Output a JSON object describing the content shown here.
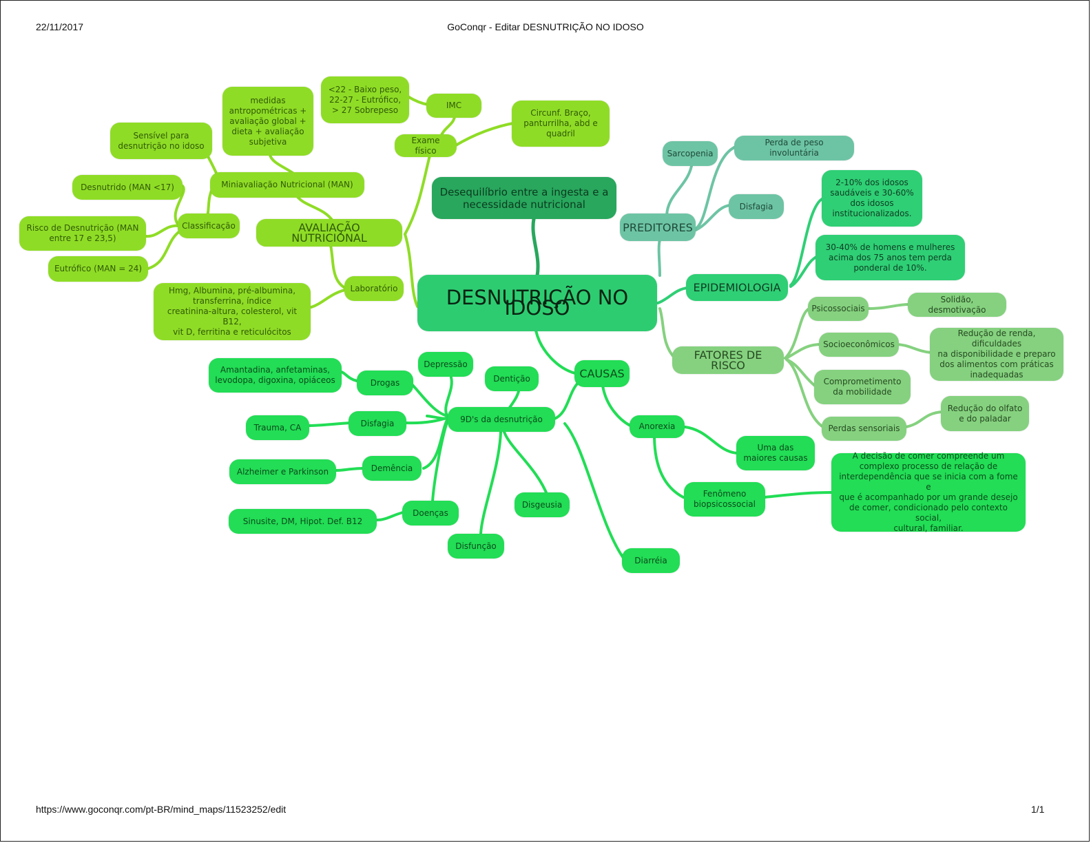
{
  "print_header": {
    "date": "22/11/2017",
    "title": "GoConqr - Editar DESNUTRIÇÃO NO IDOSO"
  },
  "print_footer": {
    "url": "https://www.goconqr.com/pt-BR/mind_maps/11523252/edit",
    "page": "1/1"
  },
  "colors": {
    "avaliacao_branch": "#8fdc26",
    "causas_branch": "#22dd55",
    "central": "#2ecc71",
    "definition": "#28a75d",
    "preditores_branch": "#6dc4a4",
    "epidemiologia_branch": "#2fcf75",
    "fatores_branch": "#85d17f"
  },
  "mindmap": {
    "central": "DESNUTRIÇÃO NO IDOSO",
    "definition": "Desequilíbrio entre a ingesta e a\nnecessidade nutricional",
    "avaliacao": {
      "label": "AVALIAÇÃO NUTRICIONAL",
      "exame_fisico": "Exame físico",
      "imc": "IMC",
      "imc_values": "<22 - Baixo peso,\n22-27 - Eutrófico,\n> 27 Sobrepeso",
      "circunf": "Circunf. Braço,\npanturrilha, abd e\nquadril",
      "man": "Miniavaliação Nutricional (MAN)",
      "man_desc": "medidas\nantropométricas +\navaliação global +\ndieta + avaliação\nsubjetiva",
      "sensivel": "Sensível para\ndesnutrição no idoso",
      "classificacao": "Classificação",
      "desnutrido": "Desnutrido (MAN <17)",
      "risco": "Risco de Desnutrição (MAN\nentre 17 e 23,5)",
      "eutrofico": "Eutrófico (MAN = 24)",
      "laboratorio": "Laboratório",
      "lab_desc": "Hmg, Albumina, pré-albumina,\ntransferrina, índice\ncreatinina-altura, colesterol, vit B12,\nvit D, ferritina e reticulócitos"
    },
    "preditores": {
      "label": "PREDITORES",
      "sarcopenia": "Sarcopenia",
      "perda_peso": "Perda de peso involuntária",
      "disfagia": "Disfagia"
    },
    "epidemiologia": {
      "label": "EPIDEMIOLOGIA",
      "item1": "2-10% dos idosos\nsaudáveis e 30-60%\ndos idosos\ninstitucionalizados.",
      "item2": "30-40% de homens e mulheres\nacima dos 75 anos tem perda\nponderal de 10%."
    },
    "fatores": {
      "label": "FATORES DE RISCO",
      "psicossociais": "Psicossociais",
      "solidao": "Solidão, desmotivação",
      "socioeconomicos": "Socioeconômicos",
      "socio_desc": "Redução de renda, dificuldades\nna disponibilidade e preparo\ndos alimentos com práticas\ninadequadas",
      "mobilidade": "Comprometimento\nda mobilidade",
      "perdas": "Perdas sensoriais",
      "perdas_desc": "Redução do olfato\ne do paladar"
    },
    "causas": {
      "label": "CAUSAS",
      "nove_ds": "9D's da desnutrição",
      "depressao": "Depressão",
      "denticao": "Dentição",
      "drogas": "Drogas",
      "drogas_desc": "Amantadina, anfetaminas,\nlevodopa, digoxina, opiáceos",
      "disfagia": "Disfagia",
      "disfagia_desc": "Trauma, CA",
      "demencia": "Demência",
      "demencia_desc": "Alzheimer e Parkinson",
      "doencas": "Doenças",
      "doencas_desc": "Sinusite, DM, Hipot. Def. B12",
      "disfuncao": "Disfunção",
      "disgeusia": "Disgeusia",
      "anorexia": "Anorexia",
      "maiores": "Uma das\nmaiores causas",
      "fenomeno": "Fenômeno\nbiopsicossocial",
      "fenomeno_desc": "A decisão de comer compreende um\ncomplexo processo de relação de\ninterdependência que se inicia com a fome e\nque é acompanhado por um grande desejo\nde comer, condicionado pelo contexto social,\ncultural, familiar.",
      "diarreia": "Diarréia"
    }
  }
}
